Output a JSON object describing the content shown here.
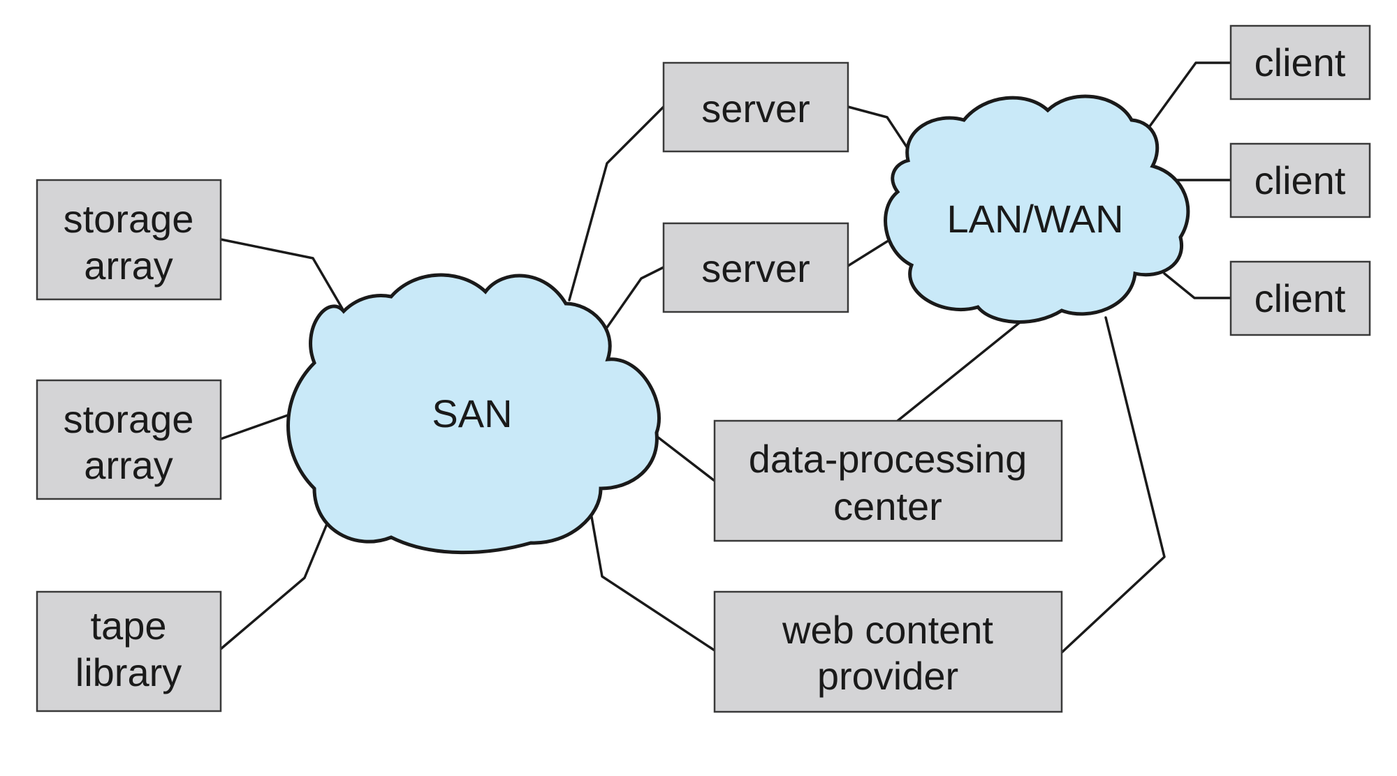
{
  "clouds": {
    "san": "SAN",
    "lan_wan": "LAN/WAN"
  },
  "nodes": {
    "storage_array_1": [
      "storage",
      "array"
    ],
    "storage_array_2": [
      "storage",
      "array"
    ],
    "tape_library": [
      "tape",
      "library"
    ],
    "server_1": [
      "server"
    ],
    "server_2": [
      "server"
    ],
    "data_processing_center": [
      "data-processing",
      "center"
    ],
    "web_content_provider": [
      "web content",
      "provider"
    ],
    "client_1": [
      "client"
    ],
    "client_2": [
      "client"
    ],
    "client_3": [
      "client"
    ]
  },
  "colors": {
    "box_fill": "#d4d4d6",
    "cloud_fill": "#c9e9f8",
    "line": "#1a1a1a"
  }
}
